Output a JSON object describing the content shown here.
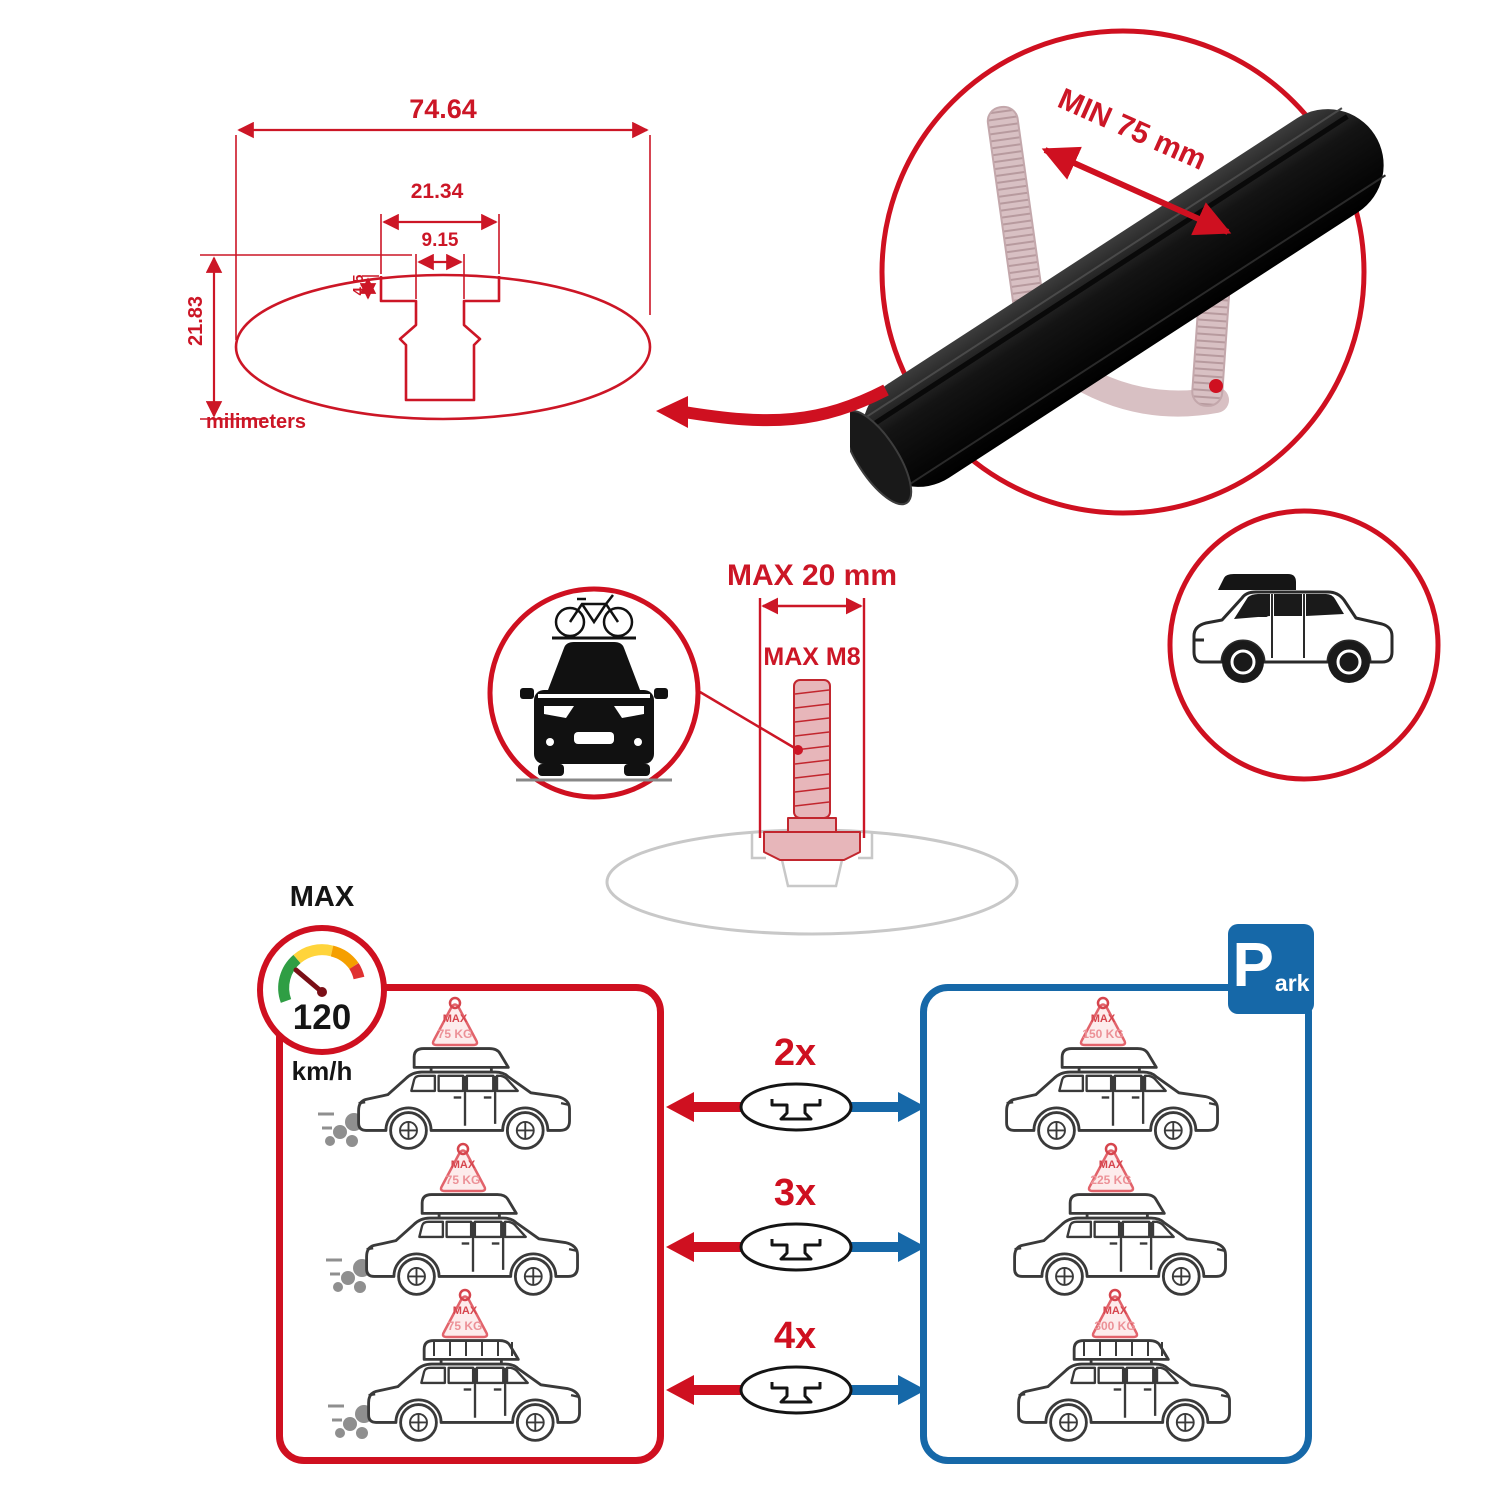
{
  "colors": {
    "red": "#cf1020",
    "dim_red": "#cc1626",
    "blue": "#1668a8",
    "tag_pink": "#e2636b",
    "black": "#141414",
    "gray": "#8f8f8f"
  },
  "dimension_diagram": {
    "total_width": "74.64",
    "slot_outer_width": "21.34",
    "slot_inner_width": "9.15",
    "lip_depth": "4.5",
    "total_height": "21.83",
    "unit_label": "milimeters"
  },
  "crossbar_detail": {
    "min_span_label": "MIN 75 mm"
  },
  "bolt_diagram": {
    "max_width_label": "MAX 20 mm",
    "max_thread_label": "MAX M8"
  },
  "speed_limit": {
    "title": "MAX",
    "value": "120",
    "unit": "km/h"
  },
  "multipliers": [
    {
      "label": "2x"
    },
    {
      "label": "3x"
    },
    {
      "label": "4x"
    }
  ],
  "driving_panel": {
    "cars": [
      {
        "max_label": "MAX",
        "weight": "75 KG"
      },
      {
        "max_label": "MAX",
        "weight": "75 KG"
      },
      {
        "max_label": "MAX",
        "weight": "75 KG"
      }
    ]
  },
  "parking_panel": {
    "sign_letter": "P",
    "sign_rest": "ark",
    "cars": [
      {
        "max_label": "MAX",
        "weight": "150 KG"
      },
      {
        "max_label": "MAX",
        "weight": "225 KG"
      },
      {
        "max_label": "MAX",
        "weight": "300 KG"
      }
    ]
  }
}
